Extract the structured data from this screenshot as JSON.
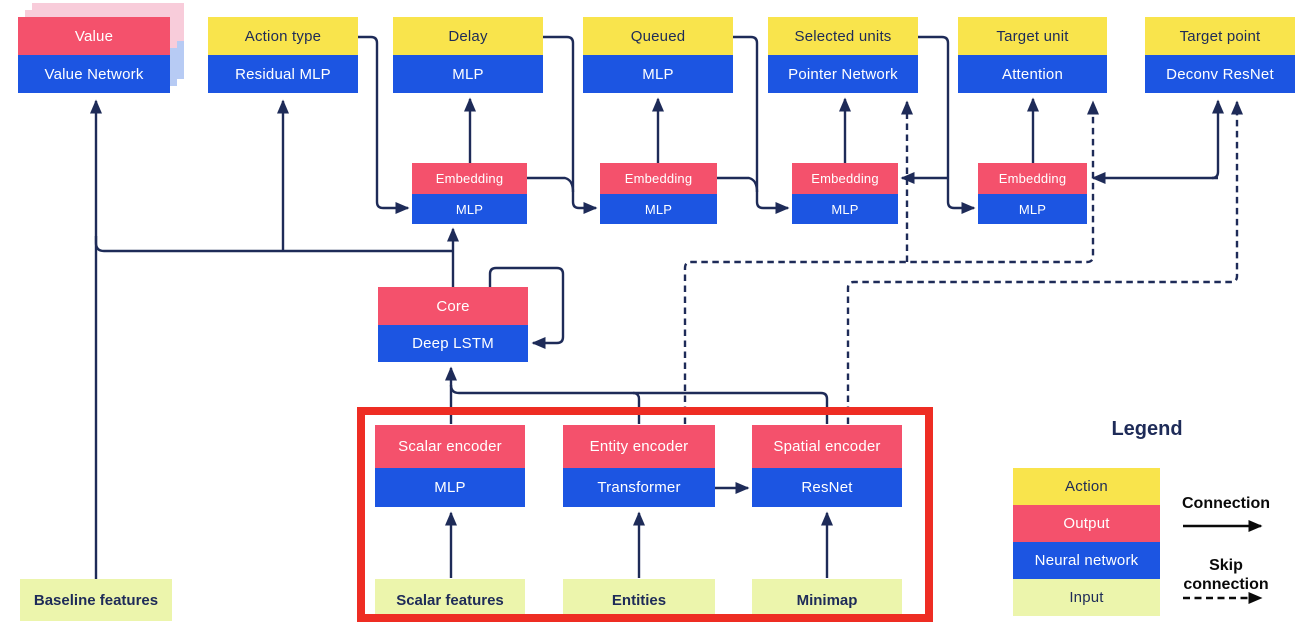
{
  "heads": [
    {
      "output": "Value",
      "network": "Value Network"
    },
    {
      "action": "Action type",
      "network": "Residual MLP"
    },
    {
      "action": "Delay",
      "network": "MLP"
    },
    {
      "action": "Queued",
      "network": "MLP"
    },
    {
      "action": "Selected units",
      "network": "Pointer Network"
    },
    {
      "action": "Target unit",
      "network": "Attention"
    },
    {
      "action": "Target point",
      "network": "Deconv ResNet"
    }
  ],
  "embeddings": [
    {
      "output": "Embedding",
      "network": "MLP"
    },
    {
      "output": "Embedding",
      "network": "MLP"
    },
    {
      "output": "Embedding",
      "network": "MLP"
    },
    {
      "output": "Embedding",
      "network": "MLP"
    }
  ],
  "core": {
    "output": "Core",
    "network": "Deep LSTM"
  },
  "encoders": [
    {
      "output": "Scalar encoder",
      "network": "MLP"
    },
    {
      "output": "Entity encoder",
      "network": "Transformer"
    },
    {
      "output": "Spatial encoder",
      "network": "ResNet"
    }
  ],
  "inputs": {
    "baseline": "Baseline features",
    "scalar": "Scalar features",
    "entities": "Entities",
    "minimap": "Minimap"
  },
  "legend": {
    "title": "Legend",
    "items": [
      {
        "label": "Action",
        "color": "#F9E44C"
      },
      {
        "label": "Output",
        "color": "#F4516C"
      },
      {
        "label": "Neural network",
        "color": "#1C55E2"
      },
      {
        "label": "Input",
        "color": "#ECF5AC"
      }
    ],
    "connection_label": "Connection",
    "skip_label": "Skip connection"
  },
  "colors": {
    "action_yellow": "#F9E44C",
    "output_pink": "#F4516C",
    "network_blue": "#1C55E2",
    "input_green": "#ECF5AC",
    "line_navy": "#1E2B58",
    "highlight_red": "#EE2D23",
    "stack_shadow_pink": "#F8CCDA",
    "stack_shadow_blue": "#B7CBF4"
  }
}
